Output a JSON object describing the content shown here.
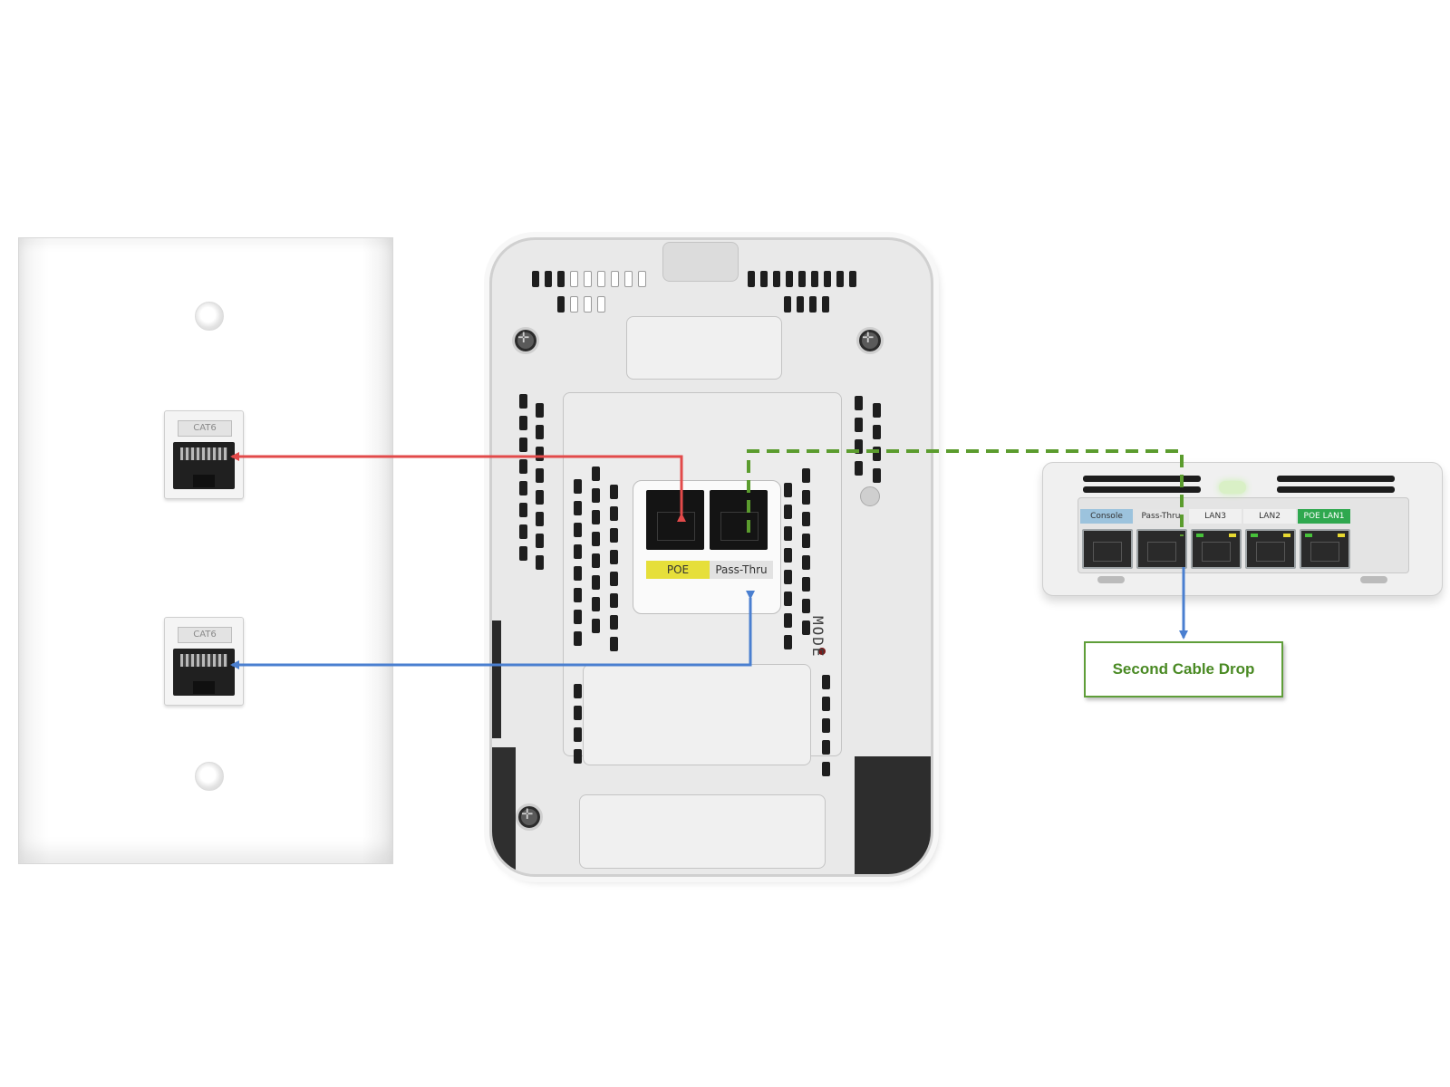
{
  "wall_plate": {
    "jacks": [
      {
        "label": "CAT6"
      },
      {
        "label": "CAT6"
      }
    ]
  },
  "access_point": {
    "ports": [
      {
        "label": "POE",
        "label_color": "#e6df3a"
      },
      {
        "label": "Pass-Thru",
        "label_color": "#e2e2e2"
      }
    ],
    "mode_label": "MODE"
  },
  "switch": {
    "port_tabs": [
      {
        "label": "Console",
        "color": "#9cc3dd"
      },
      {
        "label": "Pass-Thru",
        "color": "#e5e5e5"
      },
      {
        "label": "LAN3",
        "color": "#f0f0f0"
      },
      {
        "label": "LAN2",
        "color": "#f0f0f0"
      },
      {
        "label": "POE LAN1",
        "color": "#2fa84f"
      }
    ]
  },
  "callout": {
    "text": "Second Cable Drop",
    "color": "#5f9e39"
  },
  "connections": [
    {
      "name": "poe-link",
      "color": "#e24a4a",
      "style": "solid"
    },
    {
      "name": "pass-thru-link",
      "color": "#4a7fd0",
      "style": "solid"
    },
    {
      "name": "second-drop-link",
      "color": "#5b9c2e",
      "style": "dashed"
    },
    {
      "name": "switch-pass-thru-link",
      "color": "#4a7fd0",
      "style": "solid"
    }
  ]
}
